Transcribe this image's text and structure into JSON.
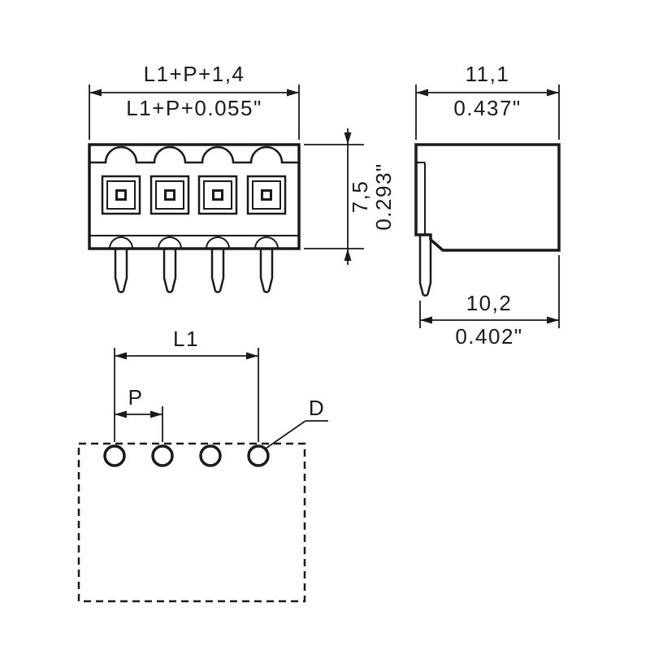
{
  "page": {
    "background": "#ffffff",
    "line_color": "#1a1a1a"
  },
  "drawing": {
    "type": "connector-dimension-drawing",
    "pin_count": 4,
    "front": {
      "width_mm": "L1+P+1,4",
      "width_in": "L1+P+0.055\"",
      "height_mm": "7,5",
      "height_in": "0.293\""
    },
    "side": {
      "width_mm": "11,1",
      "width_in": "0.437\"",
      "depth_mm": "10,2",
      "depth_in": "0.402\""
    },
    "footprint": {
      "pitch_total_label": "L1",
      "pitch_label": "P",
      "hole_dia_label": "D"
    }
  }
}
